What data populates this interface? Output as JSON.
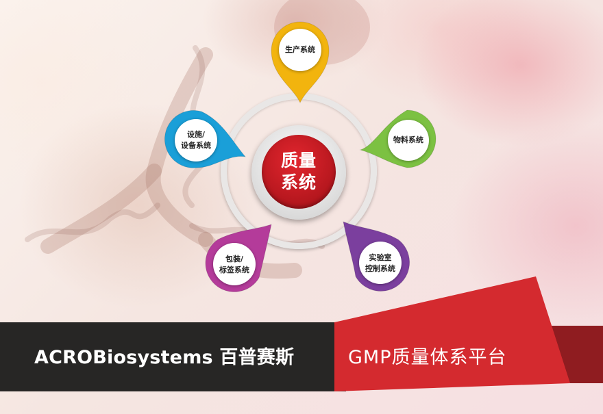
{
  "center": {
    "line1": "质量",
    "line2": "系统"
  },
  "nodes": [
    {
      "id": "production",
      "label": "生产系统",
      "color": "#f2b40e"
    },
    {
      "id": "materials",
      "label": "物料系统",
      "color": "#7cc142"
    },
    {
      "id": "laboratory",
      "label": "实验室\n控制系统",
      "color": "#7b3f9e"
    },
    {
      "id": "packaging",
      "label": "包装/\n标签系统",
      "color": "#b43b9a"
    },
    {
      "id": "facilities",
      "label": "设施/\n设备系统",
      "color": "#1a9fd8"
    }
  ],
  "banner": {
    "brand": "ACROBiosystems 百普赛斯",
    "platform": "GMP质量体系平台",
    "dark_color": "#272625",
    "red_color": "#d42a2f"
  }
}
